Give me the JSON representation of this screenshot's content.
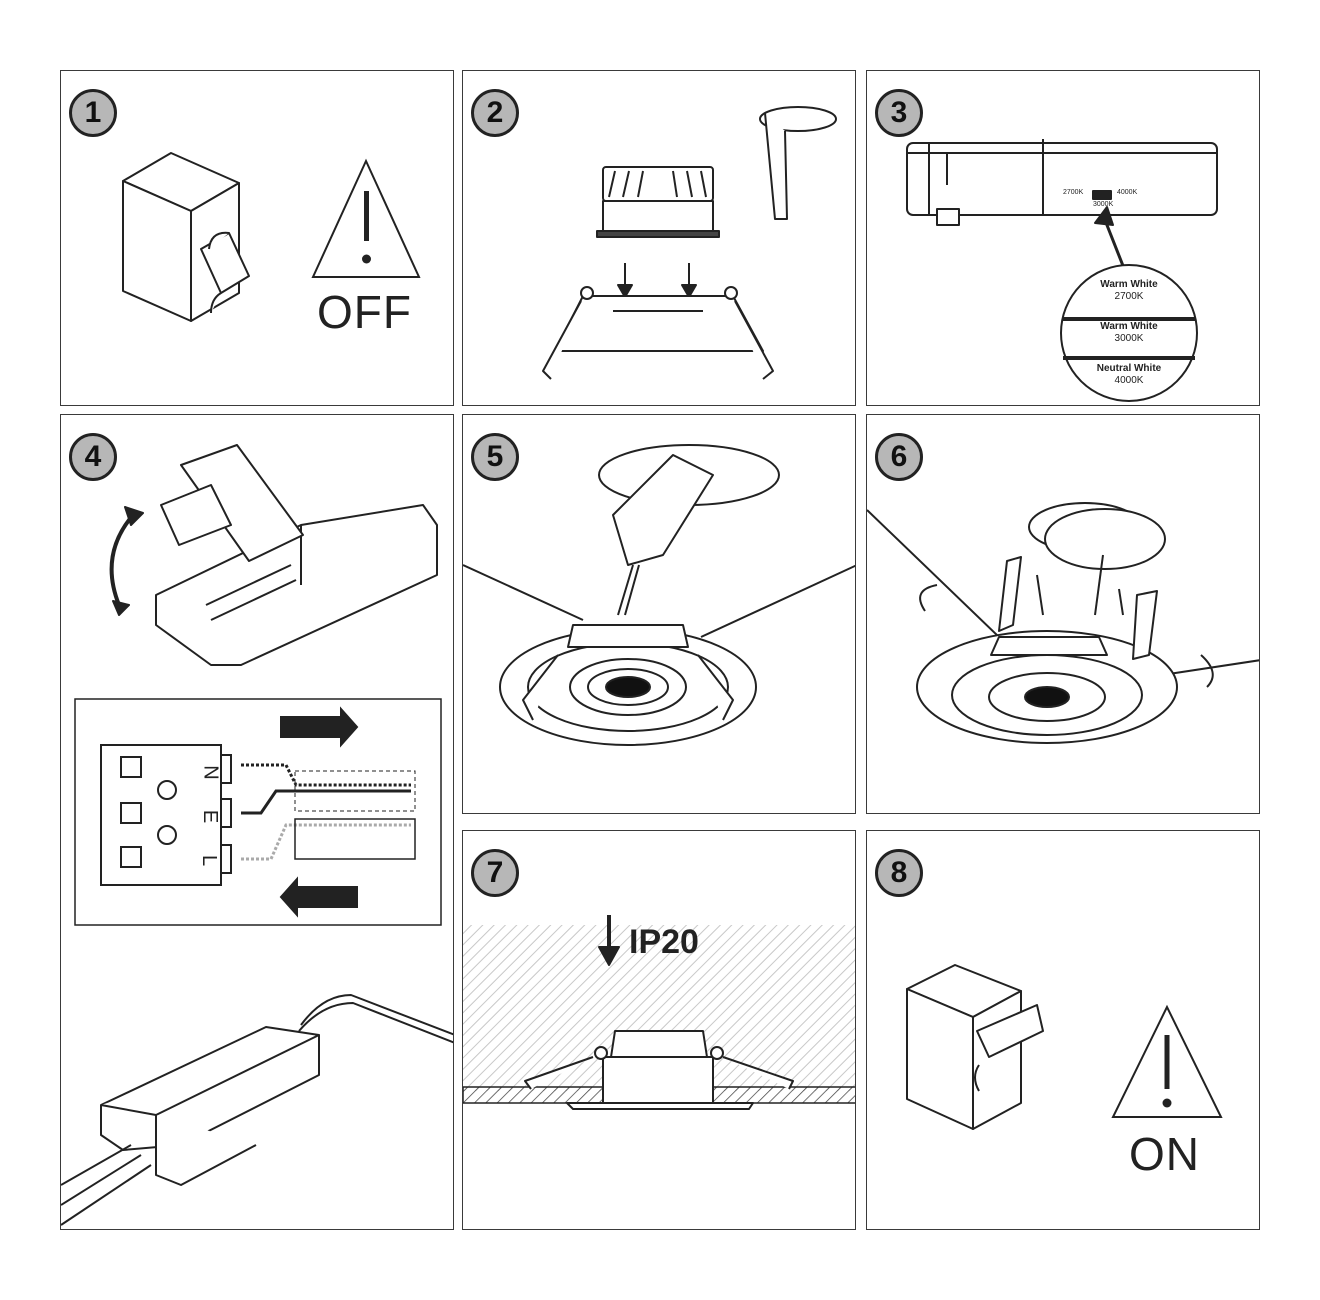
{
  "panels": [
    {
      "number": "1",
      "label": "OFF"
    },
    {
      "number": "2"
    },
    {
      "number": "3"
    },
    {
      "number": "4"
    },
    {
      "number": "5"
    },
    {
      "number": "6"
    },
    {
      "number": "7",
      "label": "IP20"
    },
    {
      "number": "8",
      "label": "ON"
    }
  ],
  "switch_positions": [
    "2700K",
    "3000K",
    "4000K"
  ],
  "color_temperatures": [
    {
      "name": "Warm White",
      "kelvin": "2700K"
    },
    {
      "name": "Warm White",
      "kelvin": "3000K"
    },
    {
      "name": "Neutral White",
      "kelvin": "4000K"
    }
  ],
  "terminal_letters": [
    "N",
    "E",
    "L"
  ],
  "colors": {
    "border": "#3a3a3a",
    "badge_fill": "#b7b7b7",
    "line": "#222222"
  }
}
